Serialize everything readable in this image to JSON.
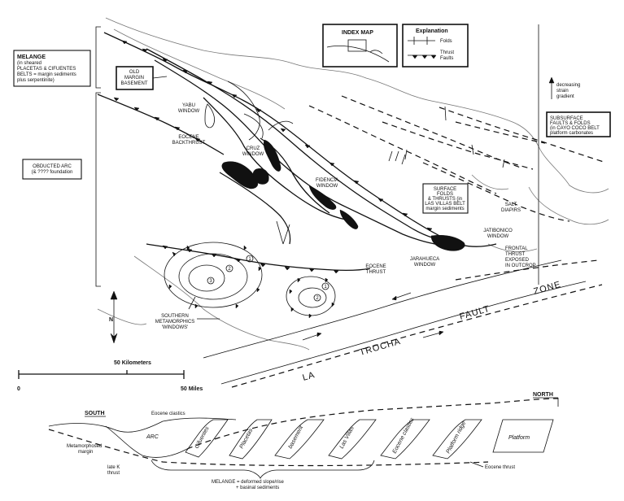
{
  "boxes": {
    "melange": [
      "MELANGE",
      "(in sheared",
      "PLACETAS & CIFUENTES",
      "BELTS = margin sediments",
      "plus serpentinite)"
    ],
    "old_margin": [
      "OLD",
      "MARGIN",
      "BASEMENT"
    ],
    "obducted_arc": [
      "OBDUCTED ARC",
      "(& ???? foundation"
    ],
    "index_map": "INDEX MAP",
    "subsurface": [
      "SUBSURFACE",
      "FAULTS & FOLDS",
      "(in CAYO COCO BELT",
      "platform carbonates"
    ],
    "surface_folds": [
      "SURFACE",
      "FOLDS",
      "& THRUSTS (in",
      "LAS VILLAS BELT",
      "margin sediments"
    ]
  },
  "explanation": {
    "title": "Explanation",
    "folds": "Folds",
    "thrust_faults": [
      "Thrust",
      "Faults"
    ]
  },
  "labels": {
    "yabu": [
      "YABU",
      "WINDOW"
    ],
    "eocene_backthrust": [
      "EOCENE",
      "BACKTHRUST"
    ],
    "cruz": [
      "CRUZ",
      "WINDOW"
    ],
    "fidencia": [
      "FIDENCIA",
      "WINDOW"
    ],
    "salt_diapirs": [
      "SALT",
      "DIAPIRS"
    ],
    "jatibonico": [
      "JATIBONICO",
      "WINDOW"
    ],
    "jarahueca": [
      "JARAHUECA",
      "WINDOW"
    ],
    "frontal_thrust": [
      "FRONTAL",
      "THRUST",
      "EXPOSED",
      "IN OUTCROP"
    ],
    "eocene_thrust": [
      "EOCENE",
      "THRUST"
    ],
    "southern_meta": [
      "SOUTHERN",
      "METAMORPHICS",
      "'WINDOWS'"
    ],
    "strain": [
      "decreasing",
      "strain",
      "gradient"
    ],
    "north_arrow": "N",
    "zone_num_1": "1",
    "zone_num_2": "2",
    "zone_num_3": "3"
  },
  "fault_zone": {
    "la": "LA",
    "trocha": "TROCHA",
    "fault": "FAULT",
    "zone": "ZONE"
  },
  "scale": {
    "km": "50 Kilometers",
    "zero": "0",
    "miles": "50 Miles"
  },
  "section": {
    "south": "SOUTH",
    "north": "NORTH",
    "eocene_clastics": "Eocene clastics",
    "arc": "ARC",
    "metamorphosed": [
      "Metamorphosed",
      "margin"
    ],
    "late_k": [
      "late K",
      "thrust"
    ],
    "melange": [
      "MELANGE = deformed slope/rise",
      "+ basinal sediments"
    ],
    "eocene_thrust": "Eocene thrust",
    "slices": [
      "Cifuentes",
      "Placetas",
      "basement",
      "Las Villas",
      "Eocene clastics",
      "Platform ridge"
    ],
    "platform": "Platform"
  }
}
